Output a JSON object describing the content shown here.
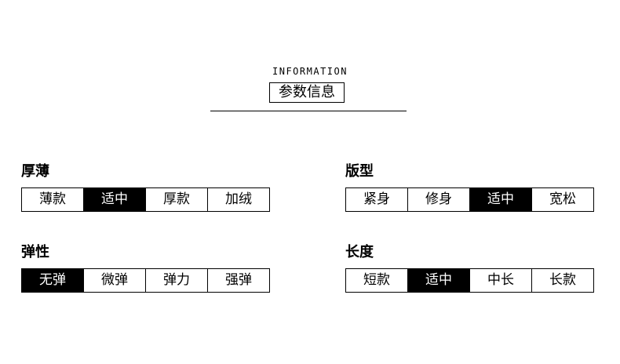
{
  "header": {
    "subtitle": "INFORMATION",
    "title": "参数信息"
  },
  "groups": [
    {
      "label": "厚薄",
      "options": [
        "薄款",
        "适中",
        "厚款",
        "加绒"
      ],
      "selected_index": 1
    },
    {
      "label": "版型",
      "options": [
        "紧身",
        "修身",
        "适中",
        "宽松"
      ],
      "selected_index": 2
    },
    {
      "label": "弹性",
      "options": [
        "无弹",
        "微弹",
        "弹力",
        "强弹"
      ],
      "selected_index": 0
    },
    {
      "label": "长度",
      "options": [
        "短款",
        "适中",
        "中长",
        "长款"
      ],
      "selected_index": 1
    }
  ],
  "colors": {
    "selected_bg": "#000000",
    "selected_text": "#ffffff",
    "border": "#000000"
  }
}
